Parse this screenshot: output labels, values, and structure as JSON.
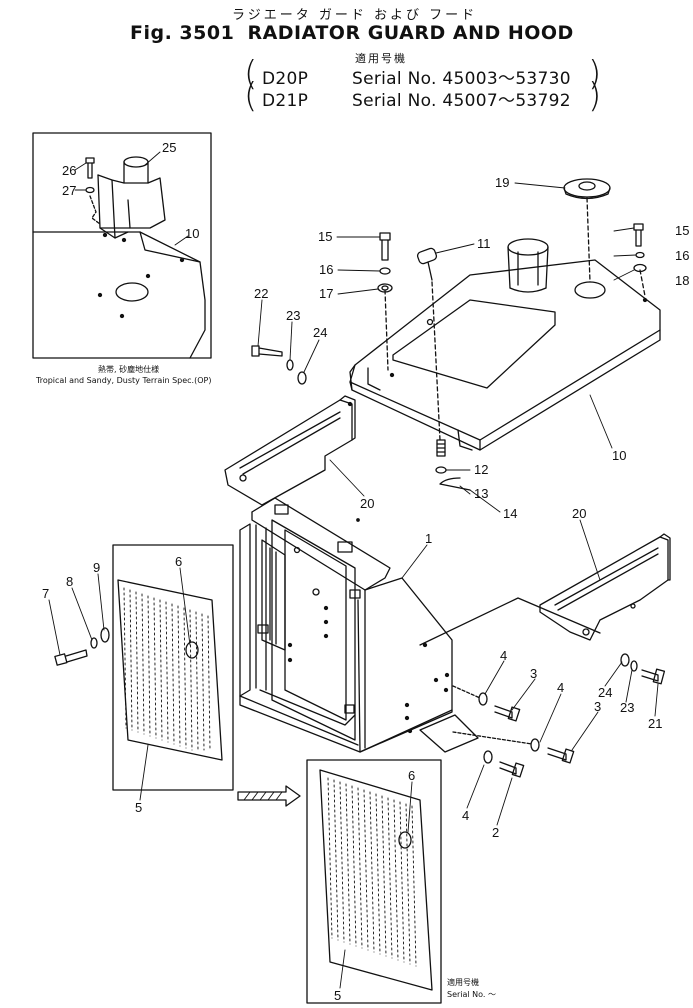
{
  "header": {
    "japanese_title": "ラジエータ ガード および フード",
    "figure_no": "Fig. 3501",
    "title": "RADIATOR GUARD AND HOOD",
    "applicability_label": "適用号機",
    "models": [
      {
        "model": "D20P",
        "serial": "Serial No. 45003～53730"
      },
      {
        "model": "D21P",
        "serial": "Serial No. 45007～53792"
      }
    ]
  },
  "inset": {
    "caption_jp": "熱帯, 砂塵地仕様",
    "caption_en": "Tropical and Sandy, Dusty Terrain Spec.(OP)"
  },
  "bottom_inset": {
    "label_jp": "適用号機",
    "label_en": "Serial No. ～"
  },
  "callouts": {
    "c26": "26",
    "c27": "27",
    "c25": "25",
    "c10a": "10",
    "c19": "19",
    "c15a": "15",
    "c11": "11",
    "c15b": "15",
    "c16a": "16",
    "c16b": "16",
    "c17": "17",
    "c18": "18",
    "c22": "22",
    "c23a": "23",
    "c24a": "24",
    "c10b": "10",
    "c12": "12",
    "c13": "13",
    "c14": "14",
    "c20a": "20",
    "c20b": "20",
    "c1": "1",
    "c6a": "6",
    "c9": "9",
    "c8": "8",
    "c7": "7",
    "c5a": "5",
    "c4a": "4",
    "c3a": "3",
    "c4b": "4",
    "c3b": "3",
    "c24b": "24",
    "c23b": "23",
    "c21": "21",
    "c4c": "4",
    "c2": "2",
    "c6b": "6",
    "c5b": "5"
  }
}
